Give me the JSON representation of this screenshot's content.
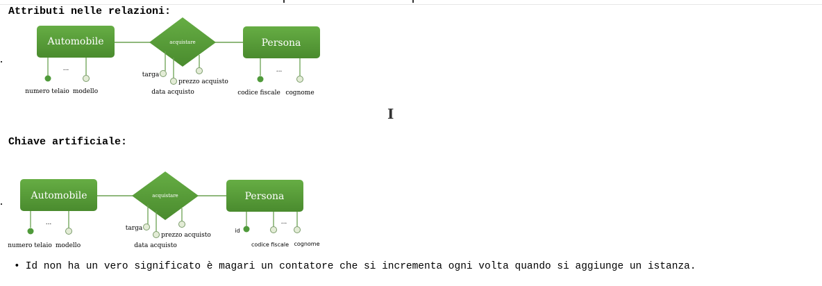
{
  "section1": {
    "heading": "Attributi nelle relazioni:",
    "diagram": {
      "entity_left": "Automobile",
      "relation": "acquistare",
      "entity_right": "Persona",
      "left_attrs": [
        "numero telaio",
        "modello"
      ],
      "left_ellipsis": "...",
      "rel_attrs": [
        "targa",
        "data acquisto",
        "prezzo acquisto"
      ],
      "right_attrs": [
        "codice fiscale",
        "cognome"
      ],
      "right_ellipsis": "..."
    }
  },
  "section2": {
    "heading": "Chiave artificiale:",
    "diagram": {
      "entity_left": "Automobile",
      "relation": "acquistare",
      "entity_right": "Persona",
      "left_attrs": [
        "numero telaio",
        "modello"
      ],
      "left_ellipsis": "...",
      "rel_attrs": [
        "targa",
        "data acquisto",
        "prezzo acquisto"
      ],
      "right_attrs": [
        "id",
        "codice fiscale",
        "cognome"
      ],
      "right_ellipsis": "..."
    }
  },
  "bullet": {
    "marker": "•",
    "text": "Id non ha un vero significato è magari un contatore che si incrementa ogni volta quando si aggiunge un istanza."
  },
  "colors": {
    "entity_fill": "#5a9e3a",
    "entity_fill_dark": "#4a8b2e",
    "key_attr": "#4f9a3a",
    "attr_fill": "#e3ecd6",
    "attr_stroke": "#7a9b6a",
    "line": "#6aa050"
  }
}
